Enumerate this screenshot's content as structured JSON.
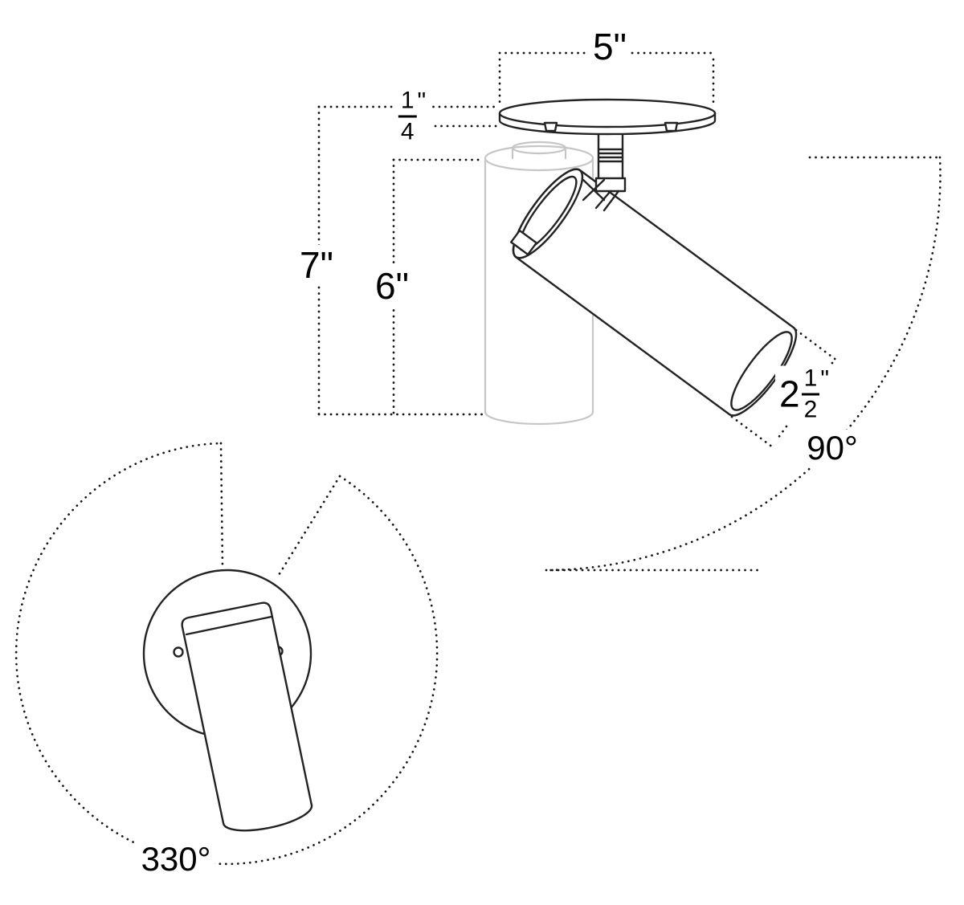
{
  "diagram": {
    "type": "technical-drawing",
    "subject": "adjustable ceiling spotlight with dimension and rotation callouts"
  },
  "colors": {
    "line": "#232323",
    "dotted_line": "#161616",
    "ghost_line": "#c6c6c6",
    "background": "#ffffff"
  },
  "dimensions": {
    "canopy_width": "5\"",
    "canopy_thickness": {
      "numerator": "1",
      "denominator": "4",
      "unit": "\""
    },
    "overall_height": "7\"",
    "head_length": "6\"",
    "head_diameter": {
      "whole": "2",
      "numerator": "1",
      "denominator": "2",
      "unit": "\""
    },
    "tilt_range": "90°",
    "rotation_range": "330°"
  }
}
